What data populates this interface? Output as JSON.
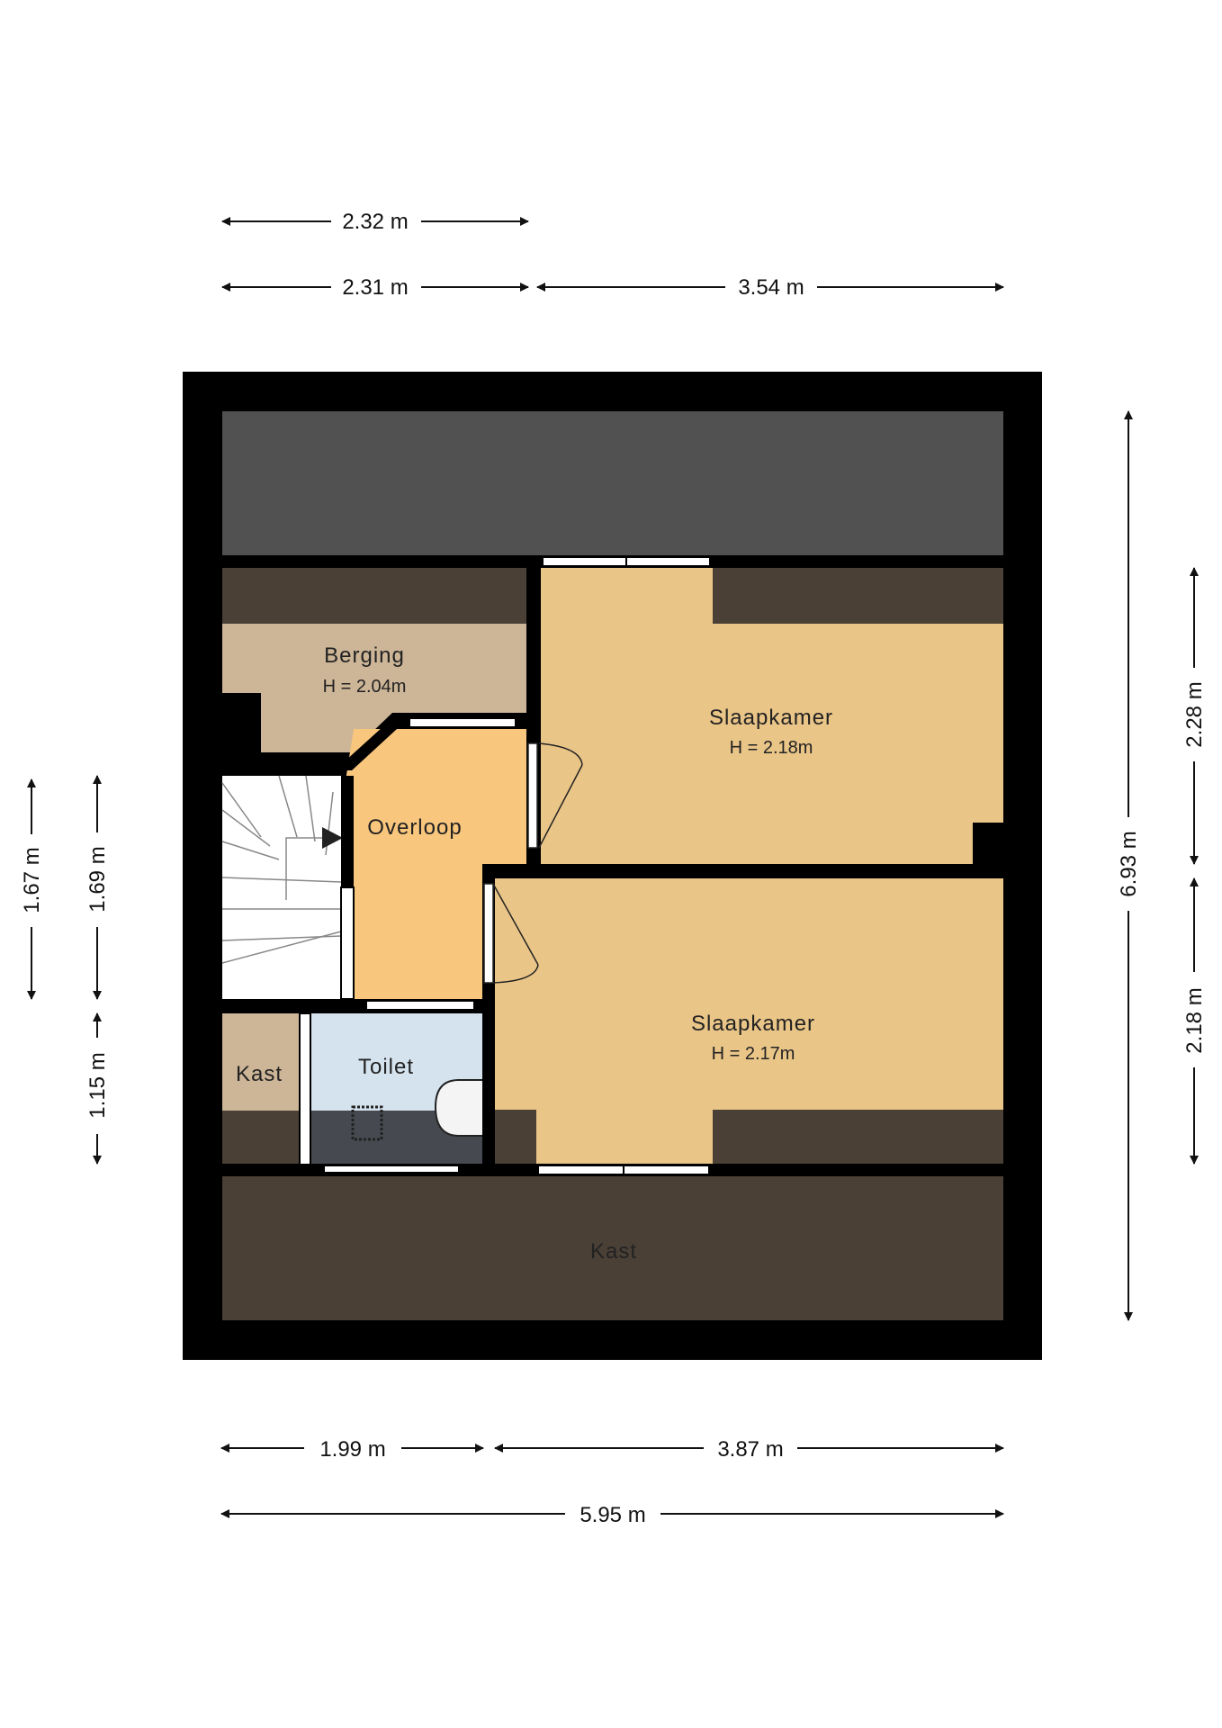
{
  "colors": {
    "wall": "#000000",
    "attic_gray": "#515151",
    "low_ceiling": "#4a4036",
    "bedroom": "#eac588",
    "landing": "#f9c67d",
    "storage": "#cdb597",
    "toilet": "#d5e3ee",
    "stairs": "#ffffff"
  },
  "rooms": {
    "berging": {
      "name": "Berging",
      "height": "H = 2.04m"
    },
    "slaapkamer_top": {
      "name": "Slaapkamer",
      "height": "H = 2.18m"
    },
    "overloop": {
      "name": "Overloop"
    },
    "slaapkamer_bottom": {
      "name": "Slaapkamer",
      "height": "H = 2.17m"
    },
    "kast_small": {
      "name": "Kast"
    },
    "toilet": {
      "name": "Toilet"
    },
    "kast_large": {
      "name": "Kast"
    }
  },
  "dimensions": {
    "top_1": "2.32 m",
    "top_2a": "2.31 m",
    "top_2b": "3.54 m",
    "bottom_1a": "1.99 m",
    "bottom_1b": "3.87 m",
    "bottom_2": "5.95 m",
    "left_1": "1.67 m",
    "left_2a": "1.69 m",
    "left_2b": "1.15 m",
    "right_1": "6.93 m",
    "right_2a": "2.28 m",
    "right_2b": "2.18 m"
  }
}
